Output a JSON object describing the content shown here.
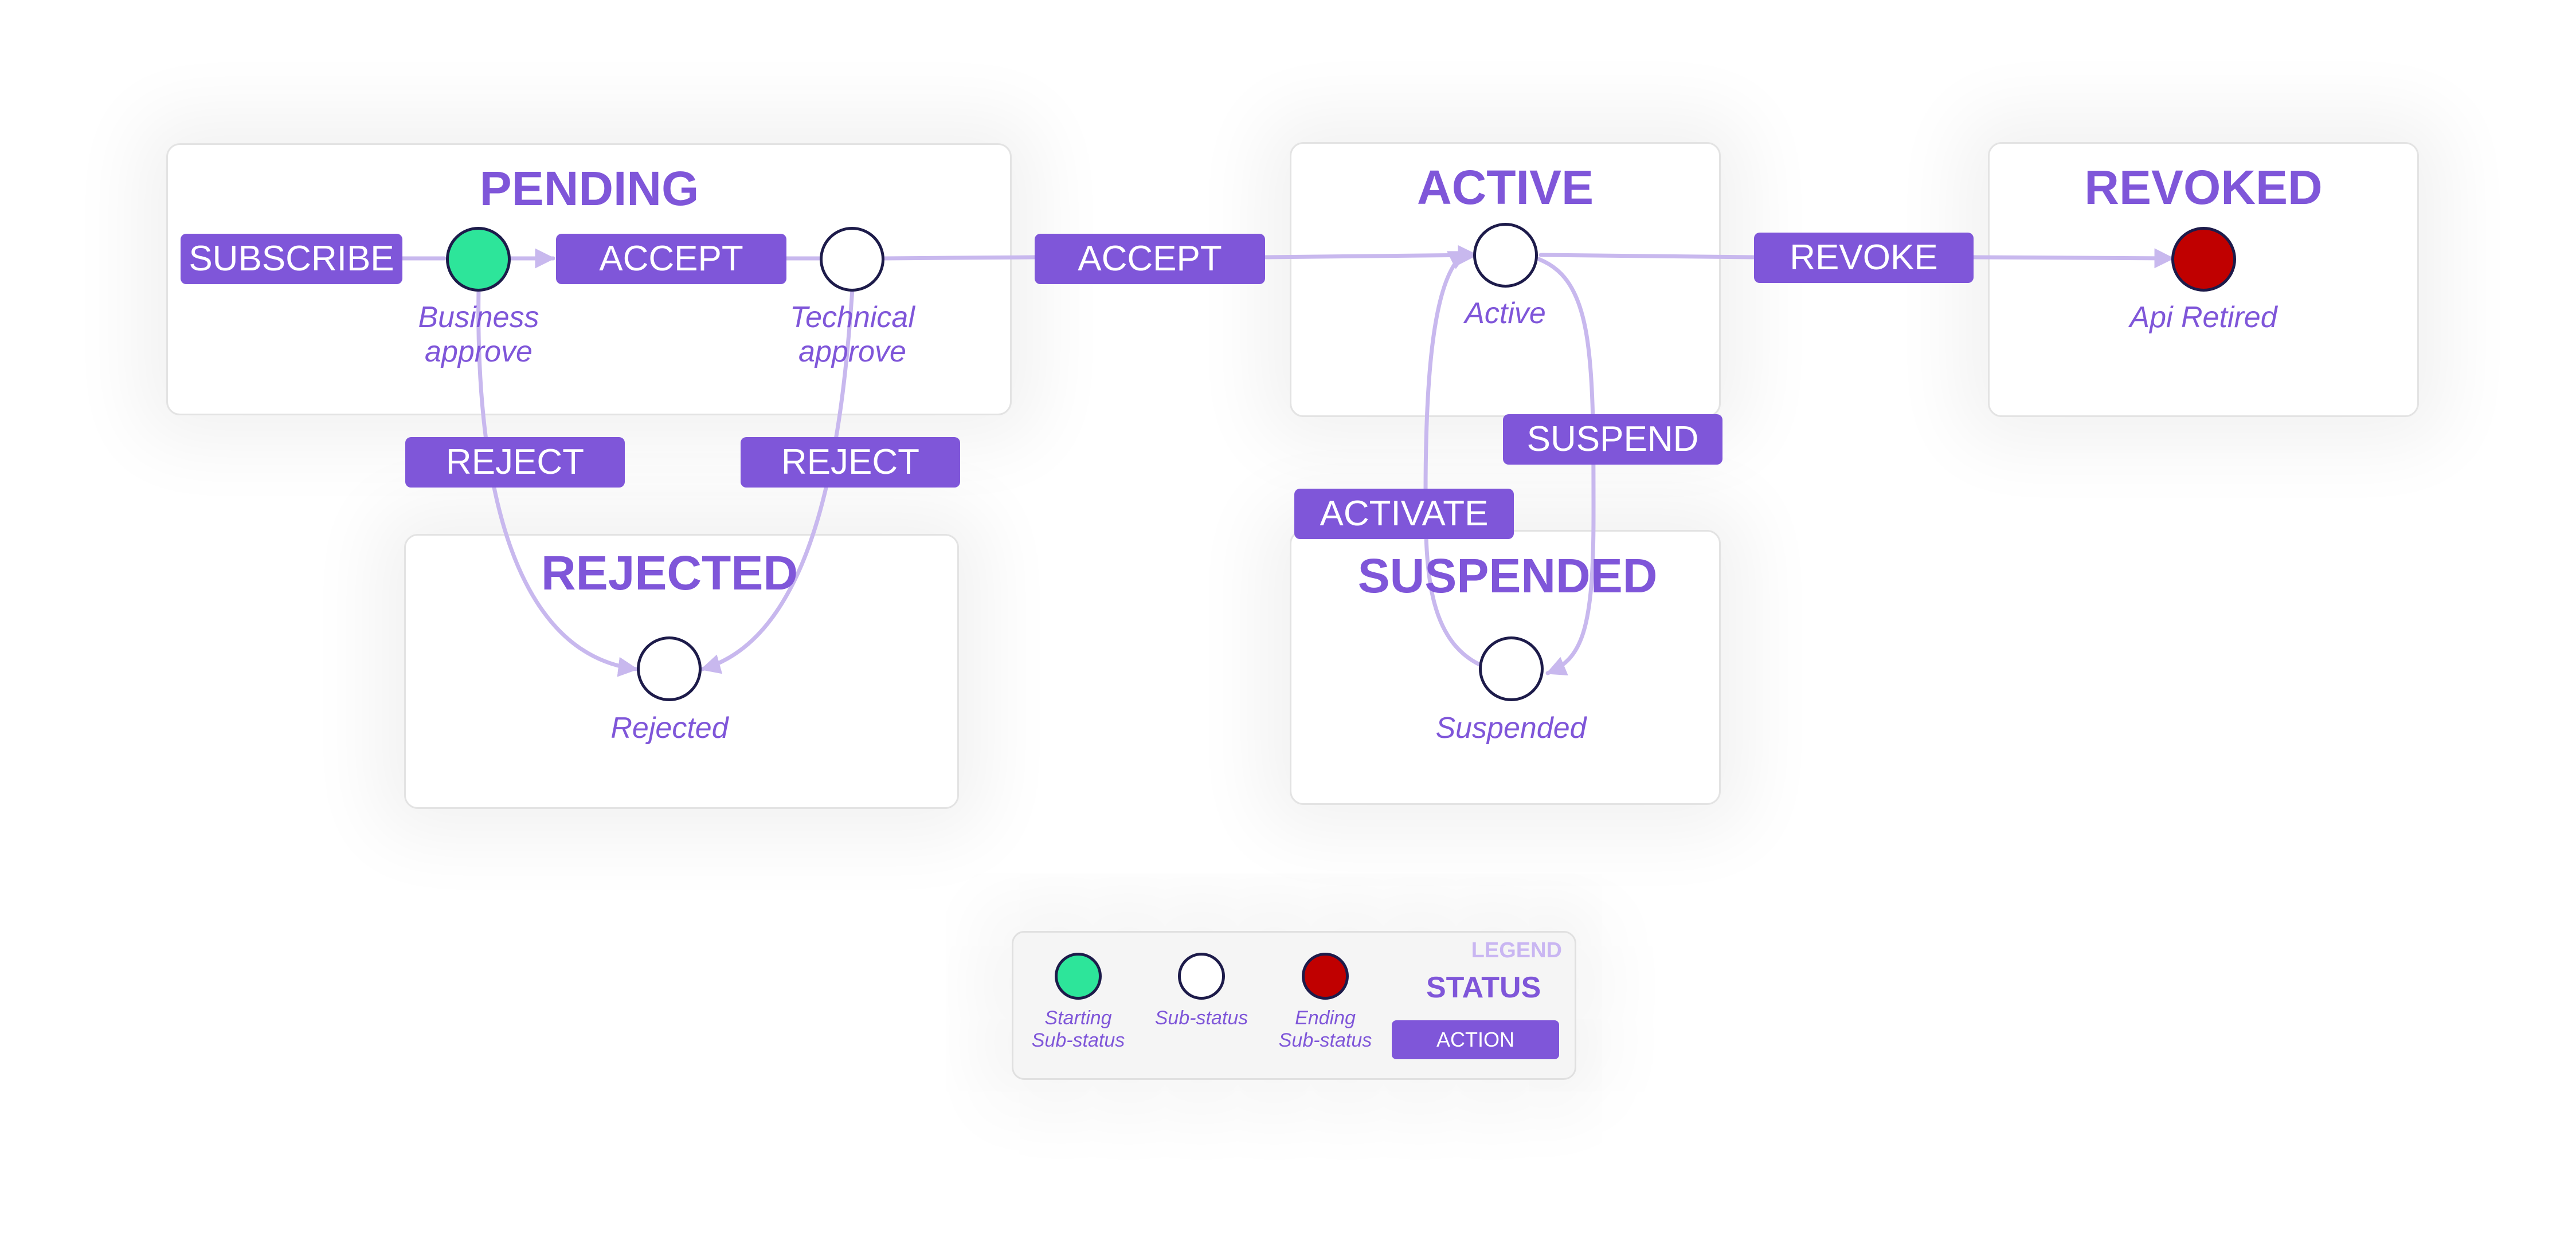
{
  "statuses": {
    "pending": "PENDING",
    "active": "ACTIVE",
    "revoked": "REVOKED",
    "rejected": "REJECTED",
    "suspended": "SUSPENDED"
  },
  "actions": {
    "subscribe": "SUBSCRIBE",
    "accept_pending": "ACCEPT",
    "accept_to_active": "ACCEPT",
    "revoke": "REVOKE",
    "reject_business": "REJECT",
    "reject_technical": "REJECT",
    "suspend": "SUSPEND",
    "activate": "ACTIVATE"
  },
  "substatuses": {
    "business_approve": [
      "Business",
      "approve"
    ],
    "technical_approve": [
      "Technical",
      "approve"
    ],
    "active": "Active",
    "api_retired": "Api Retired",
    "rejected": "Rejected",
    "suspended": "Suspended"
  },
  "legend": {
    "title": "LEGEND",
    "starting": [
      "Starting",
      "Sub-status"
    ],
    "substatus": "Sub-status",
    "ending": [
      "Ending",
      "Sub-status"
    ],
    "status": "STATUS",
    "action": "ACTION"
  },
  "colors": {
    "accent": "#7f56d9",
    "arrow": "#c8b8ee",
    "start_node": "#2de59a",
    "end_node": "#c00000",
    "node_border": "#1d1b4a"
  }
}
